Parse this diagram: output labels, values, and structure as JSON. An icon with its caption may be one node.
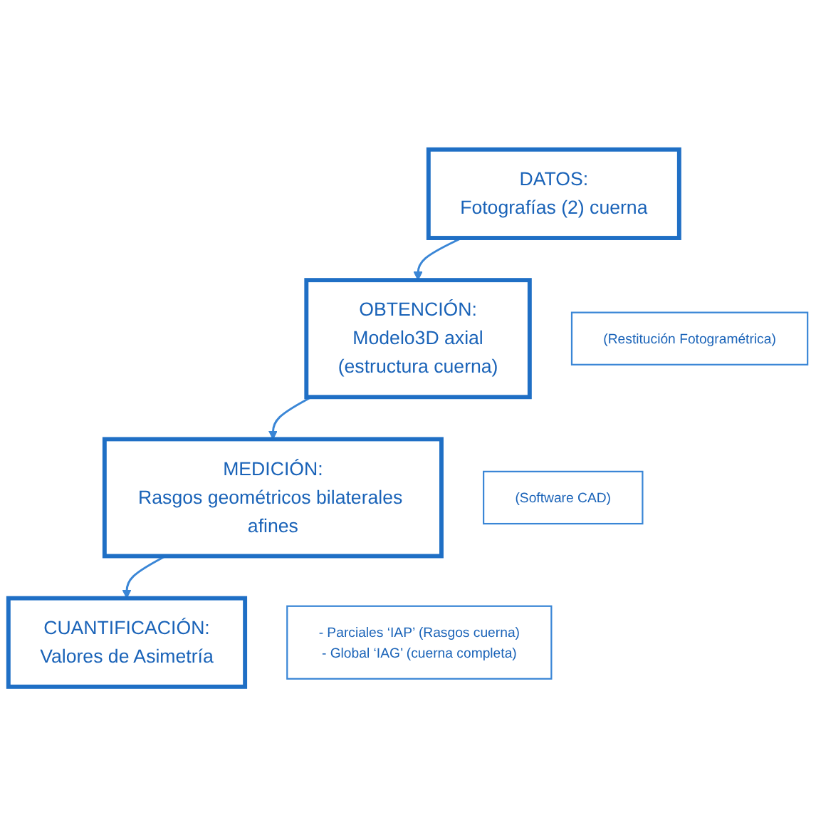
{
  "diagram": {
    "nodes": [
      {
        "text": [
          "DATOS:",
          "Fotografías (2) cuerna"
        ]
      },
      {
        "text": [
          "OBTENCIÓN:",
          "Modelo3D axial",
          "(estructura cuerna)"
        ]
      },
      {
        "text": [
          "(Restitución Fotogramétrica)"
        ]
      },
      {
        "text": [
          "MEDICIÓN:",
          "Rasgos geométricos bilaterales afines"
        ]
      },
      {
        "text": [
          "(Software CAD)"
        ]
      },
      {
        "text": [
          "CUANTIFICACIÓN:",
          "Valores de Asimetría"
        ]
      },
      {
        "text": [
          "- Parciales ‘IAP’ (Rasgos cuerna)",
          "- Global ‘IAG’ (cuerna completa)"
        ]
      }
    ],
    "edges": [
      {
        "from": 0,
        "to": 1,
        "arrow": "to"
      },
      {
        "from": 1,
        "to": 3,
        "arrow": "to"
      },
      {
        "from": 3,
        "to": 5,
        "arrow": "to"
      }
    ]
  }
}
